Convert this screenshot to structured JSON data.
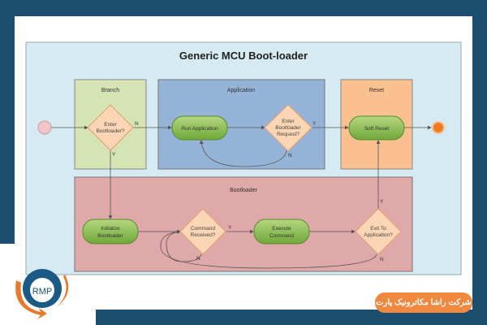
{
  "diagram": {
    "title": "Generic MCU Boot-loader",
    "lanes": {
      "branch": "Branch",
      "application": "Application",
      "reset": "Reset",
      "bootloader": "Bootloader"
    },
    "nodes": {
      "enter_bootloader": [
        "Enter",
        "Bootloader?"
      ],
      "run_application": "Run Application",
      "enter_bootloader_request": [
        "Enter",
        "Bootloader",
        "Request?"
      ],
      "soft_reset": "Soft Reset",
      "initialize_bootloader": [
        "Initialize",
        "Bootloader"
      ],
      "command_received": [
        "Command",
        "Received?"
      ],
      "execute_command": [
        "Execute",
        "Command"
      ],
      "exit_to_application": [
        "Exit To",
        "Application?"
      ]
    },
    "edge_labels": {
      "enter_bootloader_no": "N",
      "enter_bootloader_yes": "Y",
      "request_yes": "Y",
      "request_no": "N",
      "command_yes": "Y",
      "command_no": "N",
      "exit_yes": "Y",
      "exit_no": "N"
    },
    "colors": {
      "background": "#1c4e70",
      "pool": "#d6eaf1",
      "branch": "#d5e3b5",
      "application": "#95b3d7",
      "reset": "#fac08f",
      "bootloader": "#e0a9a9",
      "decision": "#fcd5b4",
      "process": "#8cbf4e"
    }
  },
  "footer": {
    "company": "شرکت راشا مکاترونیک پارت",
    "logo_text": "RMP"
  }
}
